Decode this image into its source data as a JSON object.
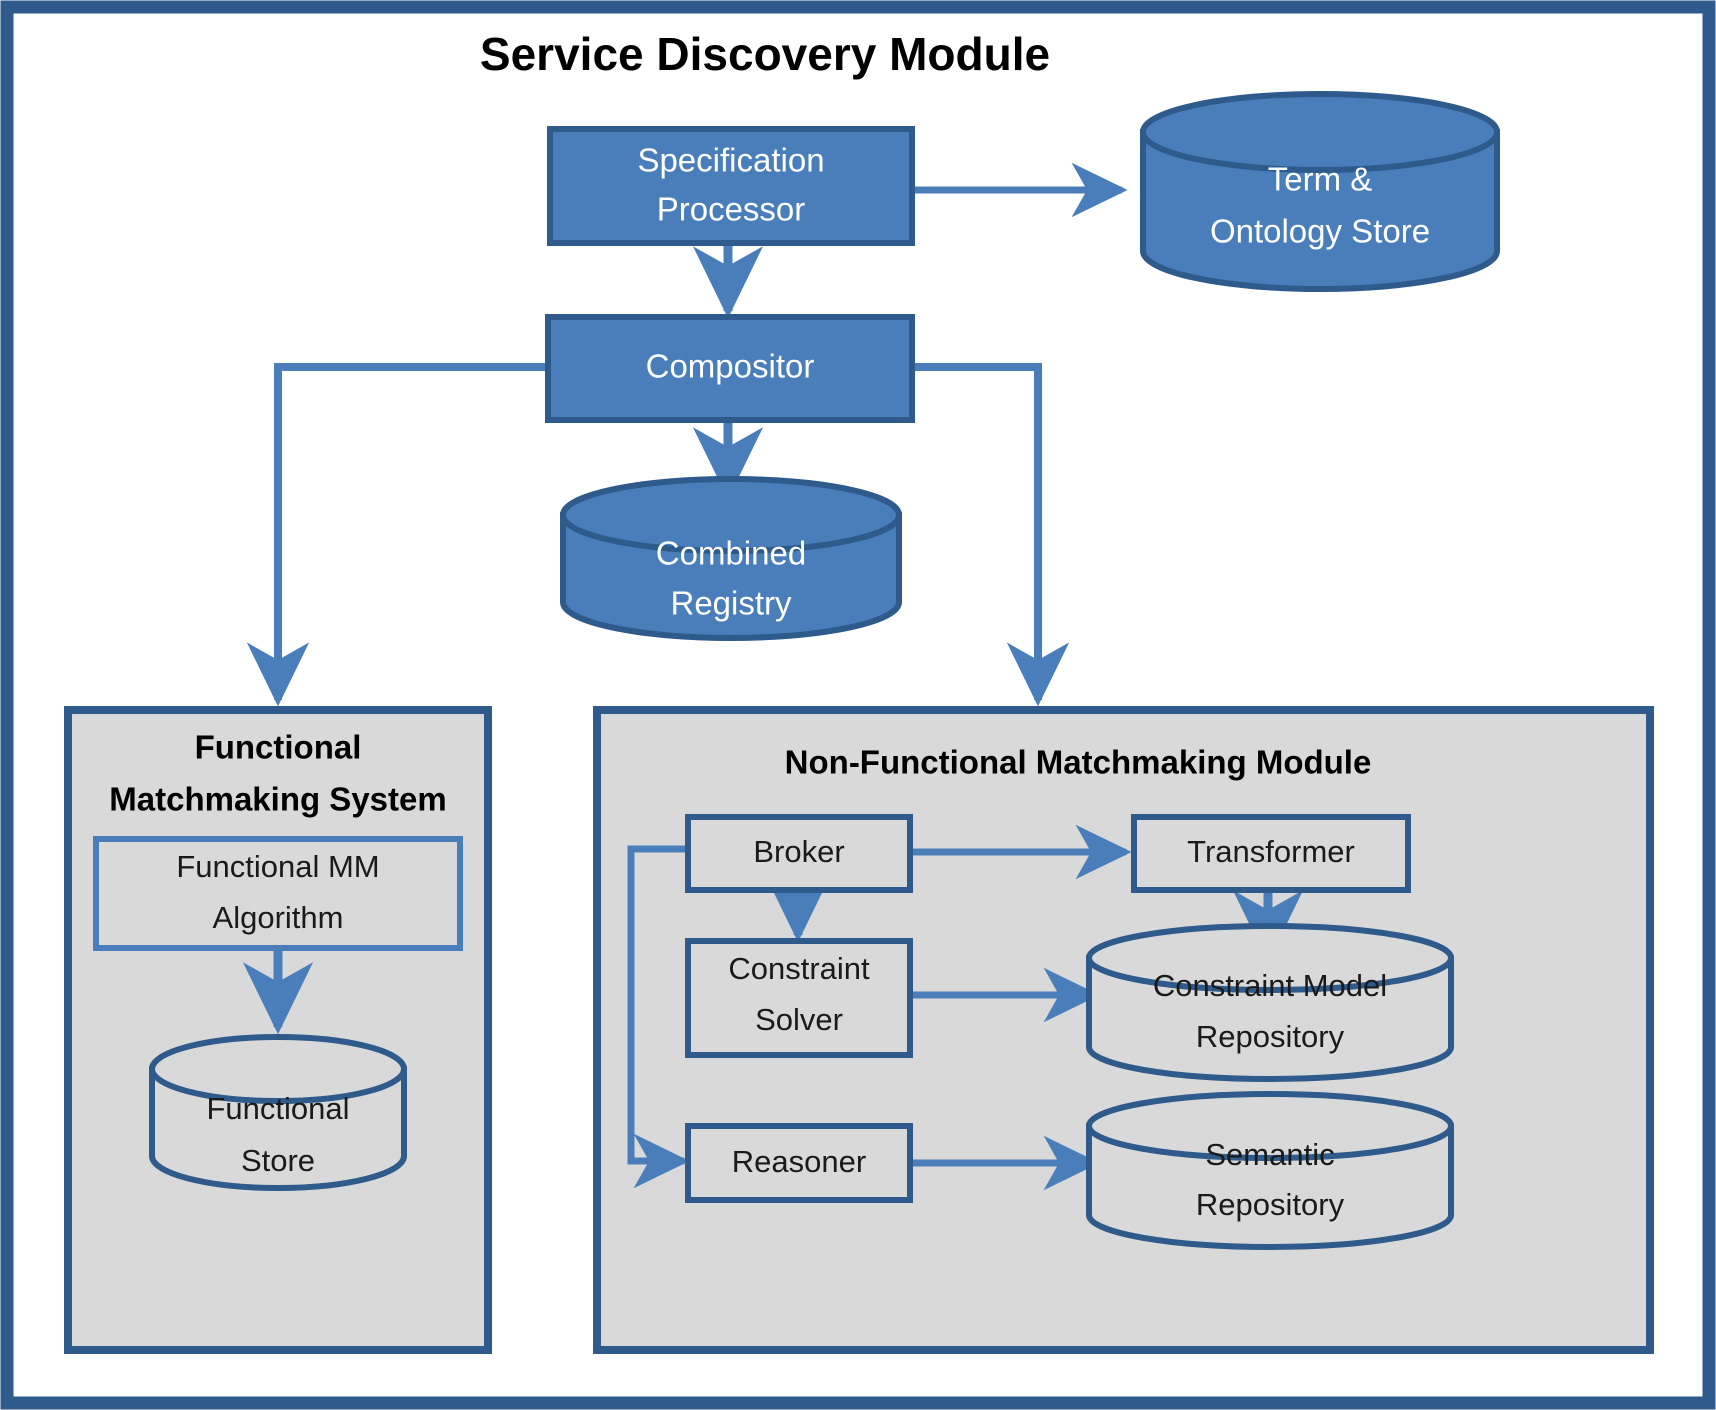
{
  "diagram": {
    "title": "Service Discovery Module",
    "colors": {
      "frame_border": "#2e5a8c",
      "box_fill": "#4a7ebb",
      "box_border": "#2e5a8c",
      "panel_fill": "#d9d9d9",
      "panel_border": "#2e5a8c",
      "arrow": "#4a7ebb",
      "inner_box_border": "#4a7ebb",
      "text_light": "#ffffff",
      "text_dark": "#000000",
      "background": "#ffffff"
    },
    "top_nodes": {
      "specification_processor": {
        "label_line1": "Specification",
        "label_line2": "Processor",
        "shape": "rectangle",
        "style": "filled-blue"
      },
      "term_ontology_store": {
        "label_line1": "Term &",
        "label_line2": "Ontology Store",
        "shape": "cylinder",
        "style": "filled-blue"
      },
      "compositor": {
        "label_line1": "Compositor",
        "shape": "rectangle",
        "style": "filled-blue"
      },
      "combined_registry": {
        "label_line1": "Combined",
        "label_line2": "Registry",
        "shape": "cylinder",
        "style": "filled-blue"
      }
    },
    "left_panel": {
      "title_line1": "Functional",
      "title_line2": "Matchmaking System",
      "nodes": {
        "functional_mm_algorithm": {
          "label_line1": "Functional MM",
          "label_line2": "Algorithm",
          "shape": "rectangle",
          "style": "outline"
        },
        "functional_store": {
          "label_line1": "Functional",
          "label_line2": "Store",
          "shape": "cylinder",
          "style": "outline"
        }
      }
    },
    "right_panel": {
      "title": "Non-Functional Matchmaking  Module",
      "nodes": {
        "broker": {
          "label_line1": "Broker",
          "shape": "rectangle",
          "style": "outline"
        },
        "transformer": {
          "label_line1": "Transformer",
          "shape": "rectangle",
          "style": "outline"
        },
        "constraint_solver": {
          "label_line1": "Constraint",
          "label_line2": "Solver",
          "shape": "rectangle",
          "style": "outline"
        },
        "constraint_model_repository": {
          "label_line1": "Constraint Model",
          "label_line2": "Repository",
          "shape": "cylinder",
          "style": "outline"
        },
        "reasoner": {
          "label_line1": "Reasoner",
          "shape": "rectangle",
          "style": "outline"
        },
        "semantic_repository": {
          "label_line1": "Semantic",
          "label_line2": "Repository",
          "shape": "cylinder",
          "style": "outline"
        }
      }
    },
    "edges": [
      {
        "from": "specification_processor",
        "to": "term_ontology_store",
        "kind": "arrow-right"
      },
      {
        "from": "specification_processor",
        "to": "compositor",
        "kind": "arrow-down"
      },
      {
        "from": "compositor",
        "to": "combined_registry",
        "kind": "arrow-down"
      },
      {
        "from": "compositor",
        "to": "functional_matchmaking_system",
        "kind": "elbow-left-down"
      },
      {
        "from": "compositor",
        "to": "non_functional_matchmaking_module",
        "kind": "elbow-right-down"
      },
      {
        "from": "functional_mm_algorithm",
        "to": "functional_store",
        "kind": "arrow-down"
      },
      {
        "from": "broker",
        "to": "transformer",
        "kind": "arrow-right"
      },
      {
        "from": "broker",
        "to": "constraint_solver",
        "kind": "arrow-down"
      },
      {
        "from": "broker",
        "to": "reasoner",
        "kind": "elbow-left-down"
      },
      {
        "from": "transformer",
        "to": "constraint_model_repository",
        "kind": "arrow-down"
      },
      {
        "from": "constraint_solver",
        "to": "constraint_model_repository",
        "kind": "arrow-right"
      },
      {
        "from": "reasoner",
        "to": "semantic_repository",
        "kind": "arrow-right"
      }
    ]
  }
}
